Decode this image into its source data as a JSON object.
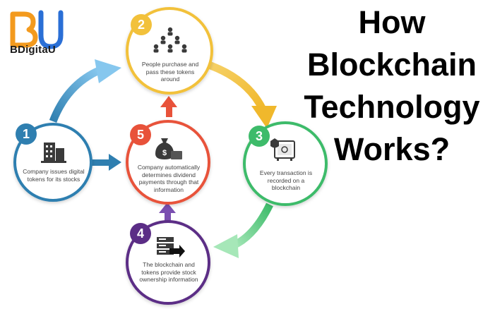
{
  "brand": {
    "logo_letters": "BU",
    "name": "BDigitaU"
  },
  "title_lines": [
    "How",
    "Blockchain",
    "Technology",
    "Works?"
  ],
  "colors": {
    "step1": "#2f7fb0",
    "step2": "#f2c13b",
    "step3": "#3dbb6a",
    "step4": "#5b2d86",
    "step5": "#e8523a",
    "logo_orange": "#f39a1e",
    "logo_blue": "#2a6fd6"
  },
  "steps": [
    {
      "number": "1",
      "text": "Company issues digital tokens for its stocks",
      "icon": "building-icon"
    },
    {
      "number": "2",
      "text": "People purchase and pass these tokens around",
      "icon": "people-network-icon"
    },
    {
      "number": "3",
      "text": "Every transaction is recorded on a blockchain",
      "icon": "safe-vault-icon"
    },
    {
      "number": "4",
      "text": "The blockchain and tokens provide stock ownership information",
      "icon": "server-arrow-icon"
    },
    {
      "number": "5",
      "text": "Company automatically determines dividend payments through that information",
      "icon": "money-bag-icon"
    }
  ]
}
